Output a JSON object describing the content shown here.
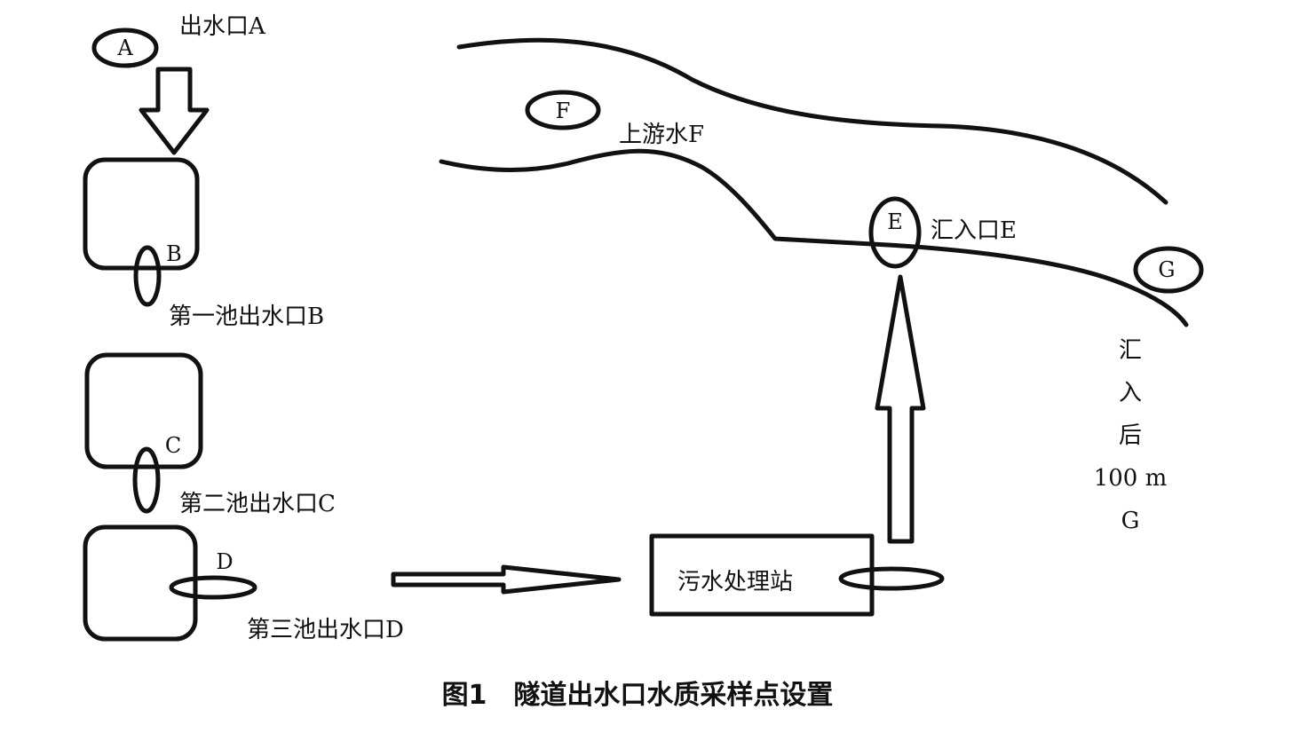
{
  "diagram": {
    "caption": "图1　隧道出水口水质采样点设置",
    "points": {
      "A": {
        "marker": "A",
        "label": "出水口A"
      },
      "B": {
        "marker": "B",
        "label": "第一池出水口B"
      },
      "C": {
        "marker": "C",
        "label": "第二池出水口C"
      },
      "D": {
        "marker": "D",
        "label": "第三池出水口D"
      },
      "E": {
        "marker": "E",
        "label": "汇入口E"
      },
      "F": {
        "marker": "F",
        "label": "上游水F"
      },
      "G": {
        "marker": "G",
        "label_lines": [
          "汇",
          "入",
          "后",
          "100 m",
          "G"
        ]
      }
    },
    "station": {
      "label": "污水处理站"
    }
  }
}
